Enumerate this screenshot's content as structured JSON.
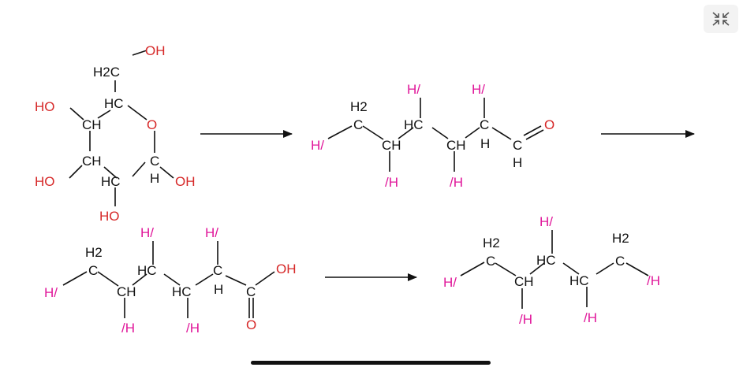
{
  "colors": {
    "carbon": "#111111",
    "oxygen": "#d62828",
    "hydrogen_mark": "#e0179a",
    "arrow": "#111111"
  },
  "toolbar": {
    "collapse_icon": "collapse-arrows-icon"
  },
  "glucose": {
    "oh_top": "OH",
    "h2c_top": "H2C",
    "ch_upper_right": "HC",
    "ring_o": "O",
    "ho_left": "HO",
    "ch_left": "CH",
    "ch_lower_left": "CH",
    "ho_lower": "HO",
    "ch_bottom": "HC",
    "c_right": "C",
    "h_right": "H",
    "oh_right": "OH",
    "oh_bottom": "HO"
  },
  "aldehyde": {
    "h_left": "H/",
    "h2_c1": "H2",
    "c1": "C",
    "ch2": "CH",
    "h_ch2": "/H",
    "hc3": "HC",
    "h_hc3": "H/",
    "ch4": "CH",
    "h_ch4": "/H",
    "c5": "C",
    "h_c5_top": "H/",
    "h_c5": "H",
    "c6": "C",
    "h_c6": "H",
    "o": "O"
  },
  "acid": {
    "h_left": "H/",
    "h2_c1": "H2",
    "c1": "C",
    "ch2": "CH",
    "h_ch2": "/H",
    "hc3": "HC",
    "h_hc3": "H/",
    "hc4": "HC",
    "h_hc4": "/H",
    "c5": "C",
    "h_c5_top": "H/",
    "h_c5": "H",
    "c6": "C",
    "oh": "OH",
    "o": "O"
  },
  "alkane": {
    "h_left": "H/",
    "h2_c1": "H2",
    "c1": "C",
    "ch2": "CH",
    "h_ch2": "/H",
    "hc3": "HC",
    "h_hc3": "H/",
    "hc4": "HC",
    "h_hc4": "/H",
    "h2_c5": "H2",
    "c5": "C",
    "h_right": "/H"
  }
}
